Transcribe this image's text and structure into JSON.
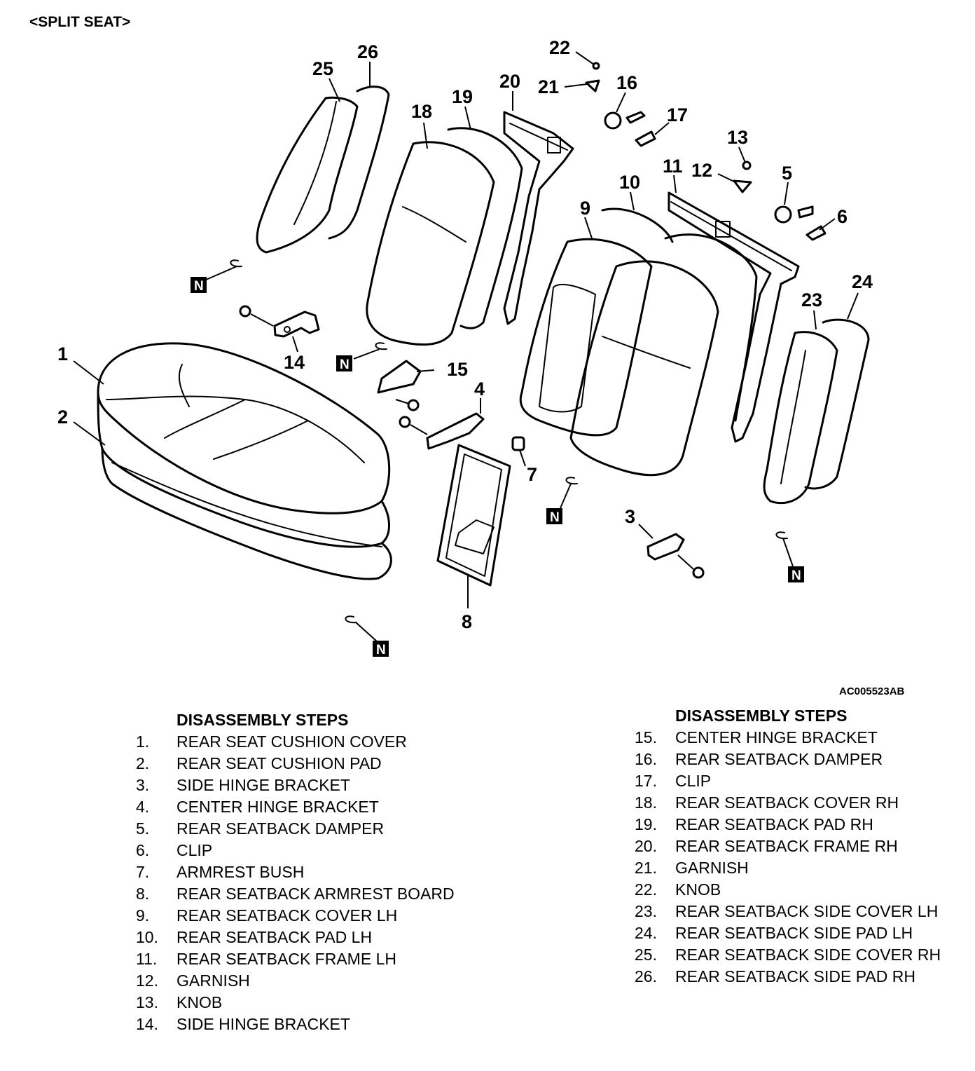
{
  "page_heading": "<SPLIT SEAT>",
  "figure_id": "AC005523AB",
  "note_marker": "N",
  "callouts": [
    "1",
    "2",
    "3",
    "4",
    "5",
    "6",
    "7",
    "8",
    "9",
    "10",
    "11",
    "12",
    "13",
    "14",
    "15",
    "16",
    "17",
    "18",
    "19",
    "20",
    "21",
    "22",
    "23",
    "24",
    "25",
    "26"
  ],
  "steps_left": {
    "title": "DISASSEMBLY STEPS",
    "items": [
      {
        "num": "1.",
        "text": "REAR SEAT CUSHION COVER"
      },
      {
        "num": "2.",
        "text": "REAR SEAT CUSHION PAD"
      },
      {
        "num": "3.",
        "text": "SIDE HINGE BRACKET"
      },
      {
        "num": "4.",
        "text": "CENTER HINGE BRACKET"
      },
      {
        "num": "5.",
        "text": "REAR SEATBACK DAMPER"
      },
      {
        "num": "6.",
        "text": "CLIP"
      },
      {
        "num": "7.",
        "text": "ARMREST BUSH"
      },
      {
        "num": "8.",
        "text": "REAR SEATBACK ARMREST BOARD"
      },
      {
        "num": "9.",
        "text": "REAR SEATBACK COVER LH"
      },
      {
        "num": "10.",
        "text": "REAR SEATBACK PAD LH"
      },
      {
        "num": "11.",
        "text": "REAR SEATBACK FRAME LH"
      },
      {
        "num": "12.",
        "text": "GARNISH"
      },
      {
        "num": "13.",
        "text": "KNOB"
      },
      {
        "num": "14.",
        "text": "SIDE HINGE BRACKET"
      }
    ]
  },
  "steps_right": {
    "title": "DISASSEMBLY STEPS",
    "items": [
      {
        "num": "15.",
        "text": "CENTER HINGE BRACKET"
      },
      {
        "num": "16.",
        "text": "REAR SEATBACK DAMPER"
      },
      {
        "num": "17.",
        "text": "CLIP"
      },
      {
        "num": "18.",
        "text": "REAR SEATBACK COVER RH"
      },
      {
        "num": "19.",
        "text": "REAR SEATBACK PAD RH"
      },
      {
        "num": "20.",
        "text": "REAR SEATBACK FRAME RH"
      },
      {
        "num": "21.",
        "text": "GARNISH"
      },
      {
        "num": "22.",
        "text": "KNOB"
      },
      {
        "num": "23.",
        "text": "REAR SEATBACK SIDE COVER LH"
      },
      {
        "num": "24.",
        "text": "REAR SEATBACK SIDE PAD LH"
      },
      {
        "num": "25.",
        "text": "REAR SEATBACK SIDE COVER RH"
      },
      {
        "num": "26.",
        "text": "REAR SEATBACK SIDE PAD RH"
      }
    ]
  }
}
